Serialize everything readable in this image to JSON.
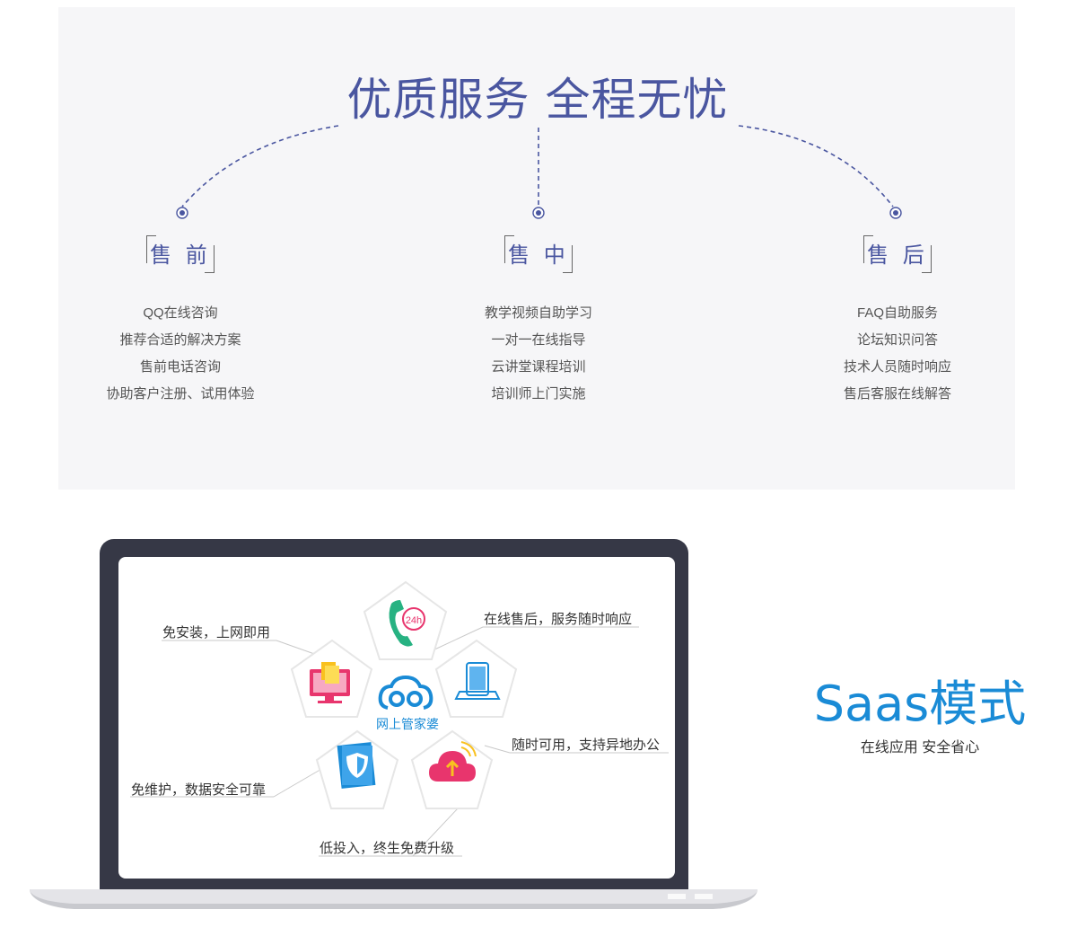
{
  "service": {
    "title": "优质服务 全程无忧",
    "columns": [
      {
        "heading": "售 前",
        "items": [
          "QQ在线咨询",
          "推荐合适的解决方案",
          "售前电话咨询",
          "协助客户注册、试用体验"
        ]
      },
      {
        "heading": "售 中",
        "items": [
          "教学视频自助学习",
          "一对一在线指导",
          "云讲堂课程培训",
          "培训师上门实施"
        ]
      },
      {
        "heading": "售 后",
        "items": [
          "FAQ自助服务",
          "论坛知识问答",
          "技术人员随时响应",
          "售后客服在线解答"
        ]
      }
    ]
  },
  "saas": {
    "title": "Saas模式",
    "subtitle": "在线应用 安全省心",
    "cloud_name": "网上管家婆",
    "phone_badge": "24h",
    "features": [
      "免安装，上网即用",
      "在线售后，服务随时响应",
      "随时可用，支持异地办公",
      "免维护，数据安全可靠",
      "低投入，终生免费升级"
    ],
    "icons": [
      "phone-24h-icon",
      "tablet-icon",
      "cloud-upload-icon",
      "shield-icon",
      "monitor-icon",
      "cloud-logo-icon"
    ]
  },
  "colors": {
    "accent": "#4a56a0",
    "saas_blue": "#1a8bd6",
    "panel_bg": "#f6f6f8",
    "laptop_frame": "#363846"
  }
}
